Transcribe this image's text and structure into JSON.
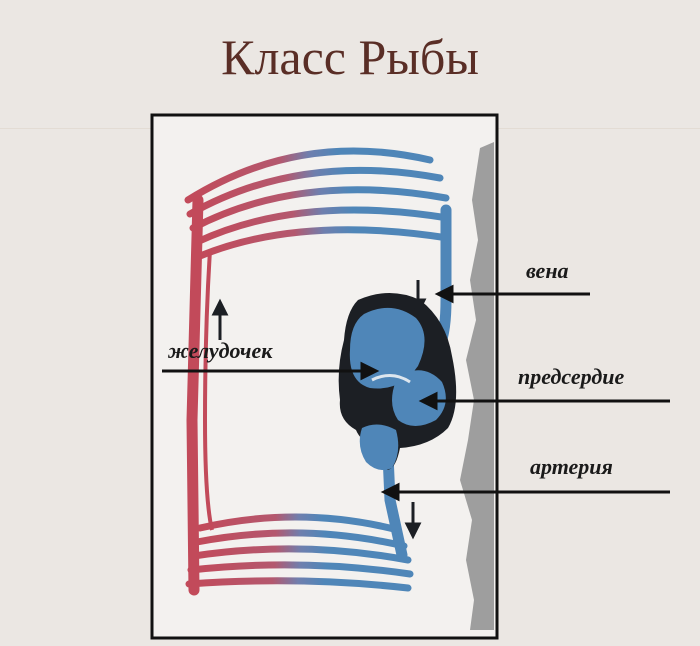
{
  "title": "Класс Рыбы",
  "labels": {
    "vein": "вена",
    "ventricle": "желудочек",
    "atrium": "предсердие",
    "artery": "артерия"
  },
  "colors": {
    "background": "#ebe7e3",
    "title": "#5a2e26",
    "arterial_blood": "#c24a5a",
    "venous_blood": "#4f86b8",
    "heart_outline": "#1c1f24"
  }
}
